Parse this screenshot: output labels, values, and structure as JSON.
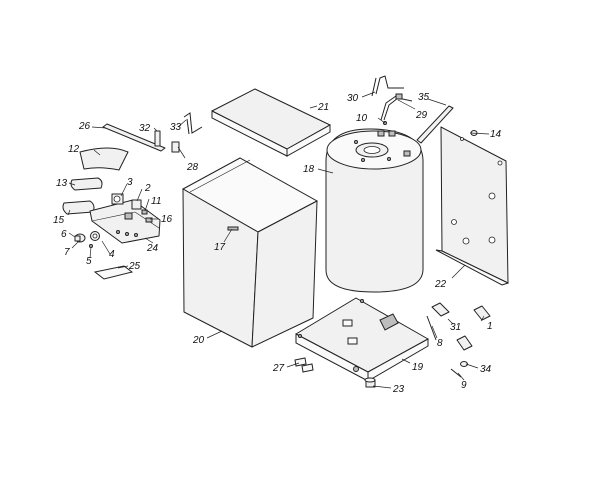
{
  "labels": {
    "p1": "1",
    "p2": "2",
    "p3": "3",
    "p4": "4",
    "p5": "5",
    "p6": "6",
    "p7": "7",
    "p8": "8",
    "p9": "9",
    "p10": "10",
    "p11": "11",
    "p12": "12",
    "p13": "13",
    "p14": "14",
    "p15": "15",
    "p16": "16",
    "p17": "17",
    "p18": "18",
    "p19": "19",
    "p20": "20",
    "p21": "21",
    "p22": "22",
    "p23": "23",
    "p24": "24",
    "p25": "25",
    "p26": "26",
    "p27": "27",
    "p28": "28",
    "p29": "29",
    "p30": "30",
    "p31": "31",
    "p32": "32",
    "p33": "33",
    "p34": "34",
    "p35": "35"
  }
}
